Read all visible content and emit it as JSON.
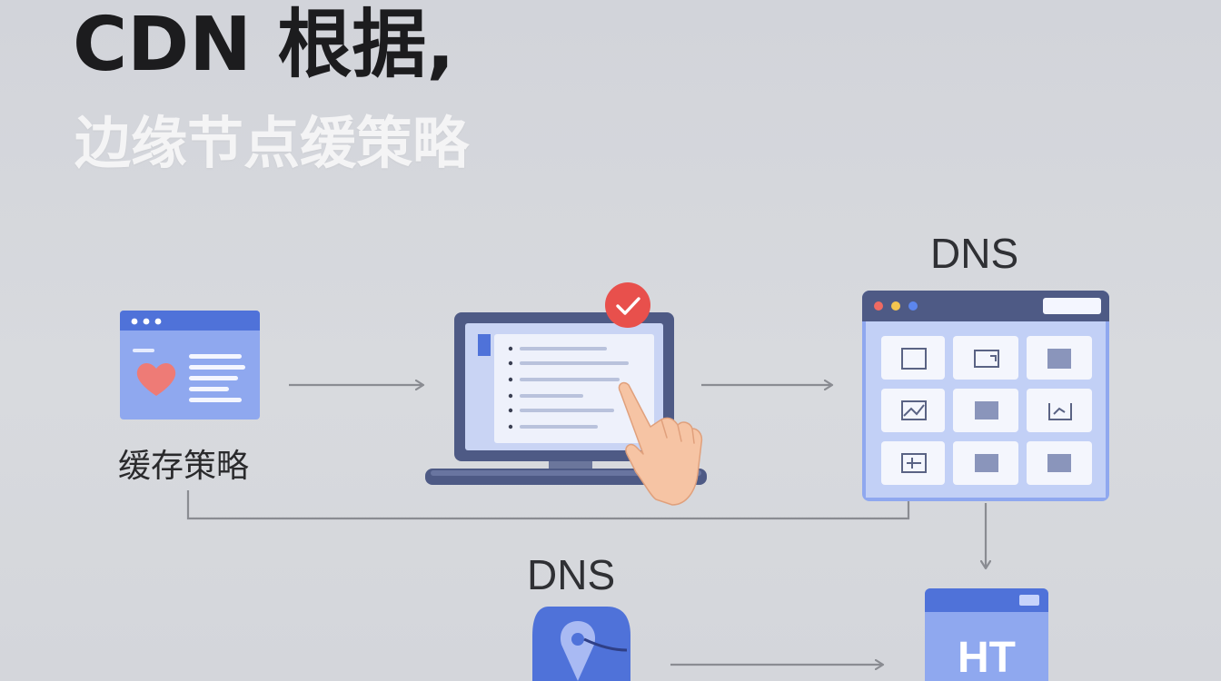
{
  "title": {
    "line1": "CDN 根据,",
    "line2": "边缘节点缓策略"
  },
  "labels": {
    "cache_strategy": "缓存策略",
    "dns_top": "DNS",
    "dns_bottom": "DNS",
    "http_card": "HT"
  },
  "icons": {
    "cache_doc": "webpage-heart-icon",
    "laptop": "laptop-checklist-icon",
    "check_badge": "check-badge-icon",
    "pointer_hand": "pointing-hand-icon",
    "dns_window": "dns-grid-window-icon",
    "location_pin": "location-pin-icon",
    "http_window": "http-window-icon"
  },
  "colors": {
    "background": "#d4d6db",
    "accent_blue": "#4f72d9",
    "light_blue": "#8fa8ef",
    "check_red": "#e8504c",
    "arrow_gray": "#8a8c92",
    "title_dark": "#1c1c1e",
    "title_light": "#f4f4f5"
  }
}
